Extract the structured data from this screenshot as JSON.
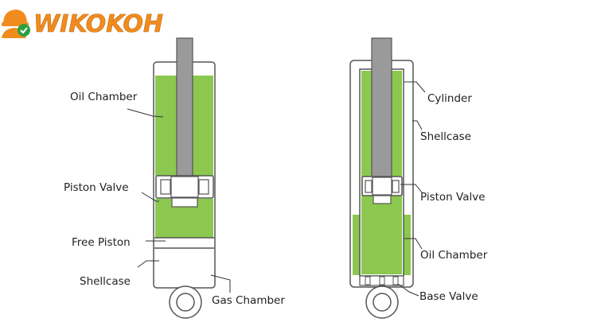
{
  "logo": {
    "text": "WIKOKOH",
    "color": "#f08c1e",
    "check_color": "#2e9e3e"
  },
  "colors": {
    "oil": "#8cc850",
    "outline": "#555555",
    "rod": "#9a9a9a",
    "body": "#ffffff"
  },
  "left_absorber": {
    "labels": {
      "oil_chamber": "Oil Chamber",
      "piston_valve": "Piston Valve",
      "free_piston": "Free Piston",
      "shellcase": "Shellcase",
      "gas_chamber": "Gas Chamber"
    }
  },
  "right_absorber": {
    "labels": {
      "cylinder": "Cylinder",
      "shellcase": "Shellcase",
      "piston_valve": "Piston Valve",
      "oil_chamber": "Oil Chamber",
      "base_valve": "Base Valve"
    }
  }
}
